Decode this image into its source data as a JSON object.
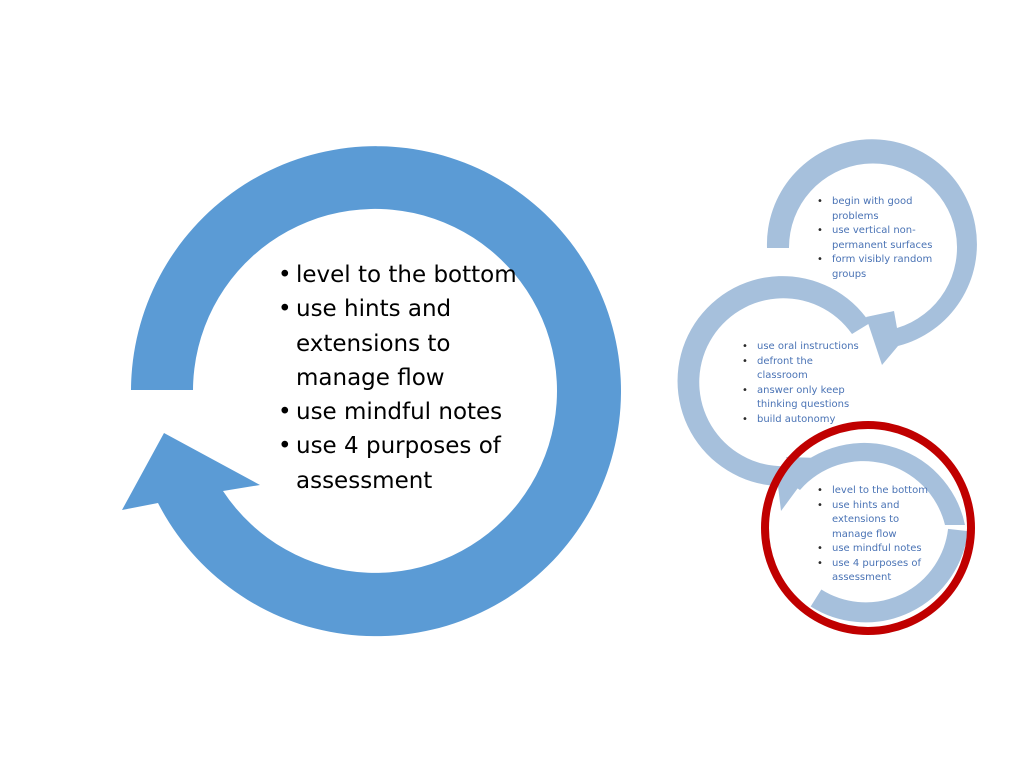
{
  "main_cycle": {
    "items": [
      "level to the bottom",
      "use hints and extensions to manage flow",
      "use mindful notes",
      "use 4 purposes of assessment"
    ]
  },
  "mini_cycle": {
    "stage_1": {
      "items": [
        "begin with good problems",
        "use vertical non-permanent surfaces",
        "form visibly random groups"
      ]
    },
    "stage_2": {
      "items": [
        "use oral instructions",
        "defront the classroom",
        "answer only keep thinking questions",
        "build autonomy"
      ]
    },
    "stage_3": {
      "items": [
        "level to the bottom",
        "use hints and extensions to manage flow",
        "use mindful notes",
        "use 4 purposes of assessment"
      ]
    }
  },
  "colors": {
    "main_arrow": "#5b9bd5",
    "mini_arrow": "#a6c0dc",
    "highlight_ring": "#c00000",
    "mini_text": "#4a73b5"
  }
}
